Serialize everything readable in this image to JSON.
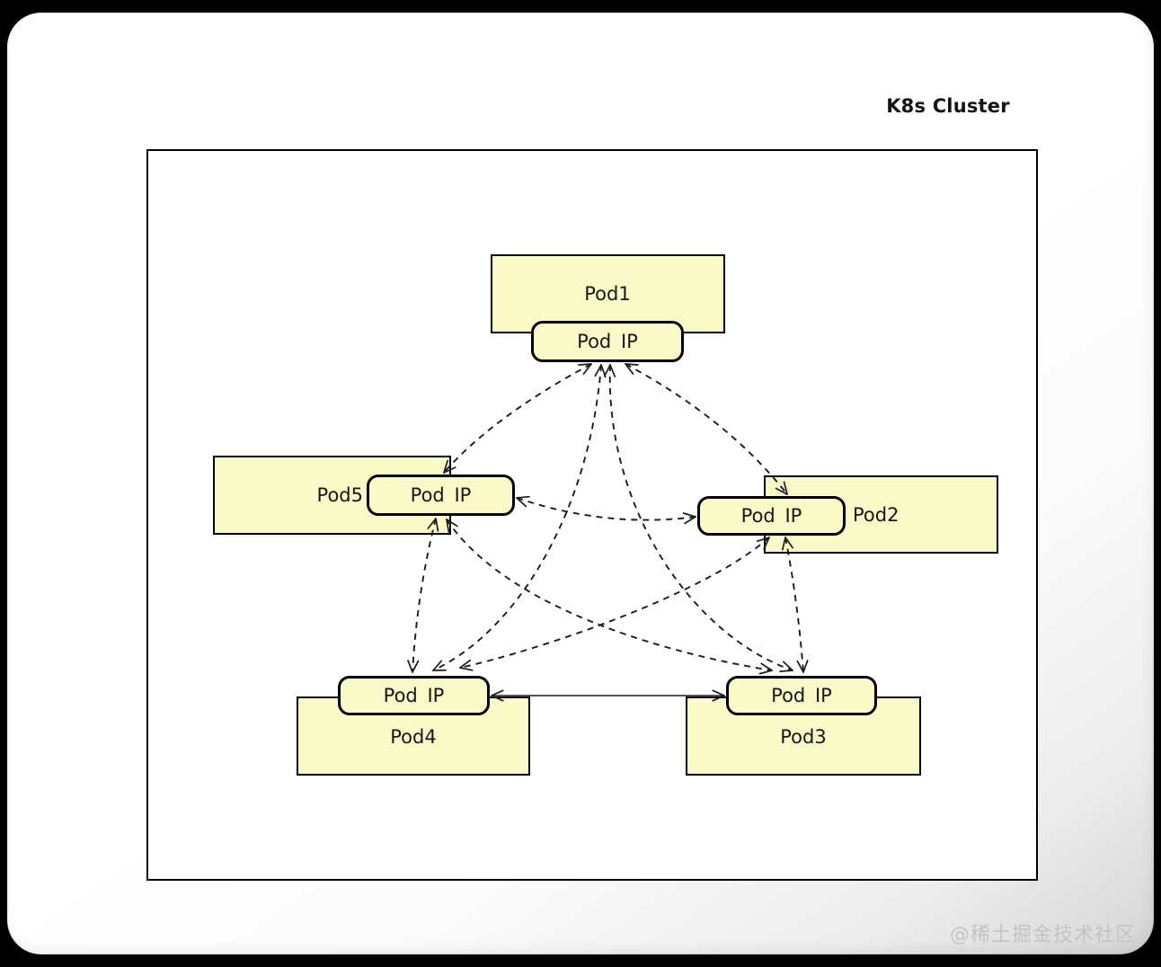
{
  "page": {
    "title": "K8s Cluster",
    "watermark": "@稀土掘金技术社区"
  },
  "colors": {
    "node_fill": "#FAFAC8",
    "node_border": "#000000",
    "edge": "#1c1c1c",
    "frame_border": "#000000",
    "card_bg": "#ffffff",
    "page_bg": "#000000",
    "watermark": "#c3c3c3"
  },
  "diagram": {
    "type": "network-diagram",
    "cluster_label": "K8s Cluster",
    "nodes": [
      {
        "id": "pod1",
        "label": "Pod1",
        "ip_label": "Pod IP"
      },
      {
        "id": "pod2",
        "label": "Pod2",
        "ip_label": "Pod IP"
      },
      {
        "id": "pod3",
        "label": "Pod3",
        "ip_label": "Pod IP"
      },
      {
        "id": "pod4",
        "label": "Pod4",
        "ip_label": "Pod IP"
      },
      {
        "id": "pod5",
        "label": "Pod5",
        "ip_label": "Pod IP"
      }
    ],
    "edges": [
      {
        "from": "pod1-ip",
        "to": "pod5-ip",
        "style": "dashed",
        "arrows": "both"
      },
      {
        "from": "pod1-ip",
        "to": "pod2-ip",
        "style": "dashed",
        "arrows": "both"
      },
      {
        "from": "pod1-ip",
        "to": "pod4-ip",
        "style": "dashed",
        "arrows": "both"
      },
      {
        "from": "pod1-ip",
        "to": "pod3-ip",
        "style": "dashed",
        "arrows": "both"
      },
      {
        "from": "pod5-ip",
        "to": "pod2-ip",
        "style": "dashed",
        "arrows": "both"
      },
      {
        "from": "pod5-ip",
        "to": "pod4-ip",
        "style": "dashed",
        "arrows": "both"
      },
      {
        "from": "pod5-ip",
        "to": "pod3-ip",
        "style": "dashed",
        "arrows": "both"
      },
      {
        "from": "pod2-ip",
        "to": "pod4-ip",
        "style": "dashed",
        "arrows": "both"
      },
      {
        "from": "pod2-ip",
        "to": "pod3-ip",
        "style": "dashed",
        "arrows": "both"
      },
      {
        "from": "pod4-ip",
        "to": "pod3-ip",
        "style": "solid",
        "arrows": "both"
      }
    ]
  }
}
